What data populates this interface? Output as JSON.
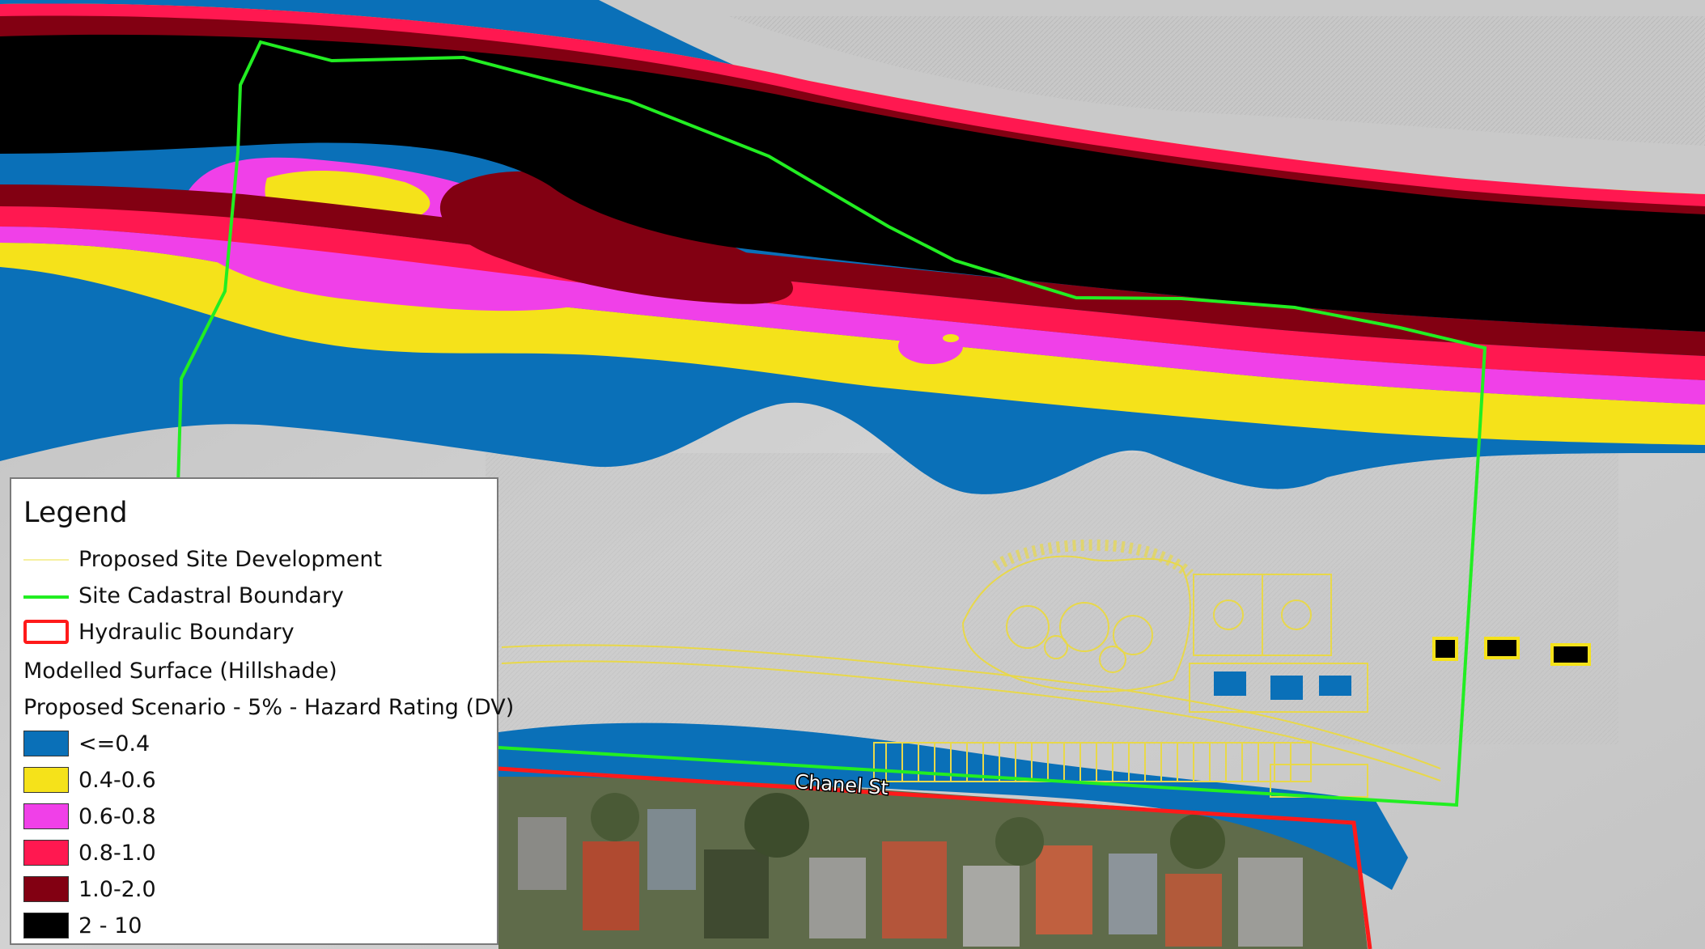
{
  "colors": {
    "hazard_le_0_4": "#0a70b8",
    "hazard_0_4_0_6": "#f5e21a",
    "hazard_0_6_0_8": "#f040e8",
    "hazard_0_8_1_0": "#ff1850",
    "hazard_1_0_2_0": "#820012",
    "hazard_2_10": "#000000",
    "site_cadastral_boundary": "#22ee22",
    "hydraulic_boundary": "#ff1a1a",
    "proposed_site_development": "#e8d84a",
    "hillshade": "#c6c6c6"
  },
  "legend": {
    "title": "Legend",
    "items": [
      {
        "label": "Proposed Site Development",
        "symbol": "thin-line"
      },
      {
        "label": "Site Cadastral Boundary",
        "symbol": "green-line"
      },
      {
        "label": "Hydraulic Boundary",
        "symbol": "red-outline"
      }
    ],
    "surface_label": "Modelled Surface (Hillshade)",
    "scenario_label": "Proposed Scenario - 5% - Hazard Rating (DV)",
    "classes": [
      {
        "label": "<=0.4",
        "color": "#0a70b8"
      },
      {
        "label": "0.4-0.6",
        "color": "#f5e21a"
      },
      {
        "label": "0.6-0.8",
        "color": "#f040e8"
      },
      {
        "label": "0.8-1.0",
        "color": "#ff1850"
      },
      {
        "label": "1.0-2.0",
        "color": "#820012"
      },
      {
        "label": "2 - 10",
        "color": "#000000"
      }
    ]
  },
  "map": {
    "street_label": "Chanel St"
  }
}
